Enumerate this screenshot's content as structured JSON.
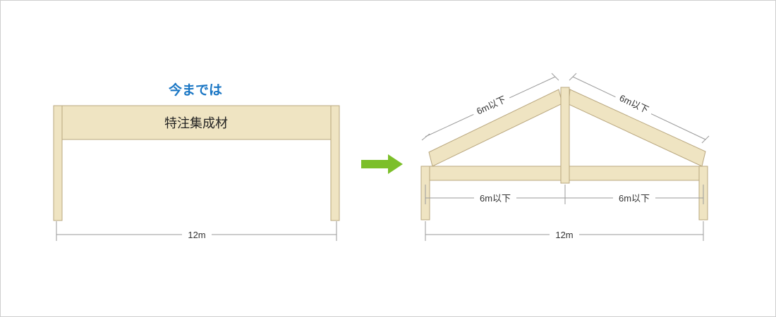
{
  "left": {
    "heading": "今までは",
    "beam_label": "特注集成材",
    "span_label": "12m"
  },
  "right": {
    "rafter_left_label": "6m以下",
    "rafter_right_label": "6m以下",
    "beam_left_label": "6m以下",
    "beam_right_label": "6m以下",
    "span_label": "12m"
  },
  "colors": {
    "wood": "#efe4c2",
    "wood_outline": "#b9a77f",
    "heading": "#1a76c4",
    "arrow": "#7cbf2a"
  },
  "icons": {
    "arrow": "right-arrow-icon"
  }
}
